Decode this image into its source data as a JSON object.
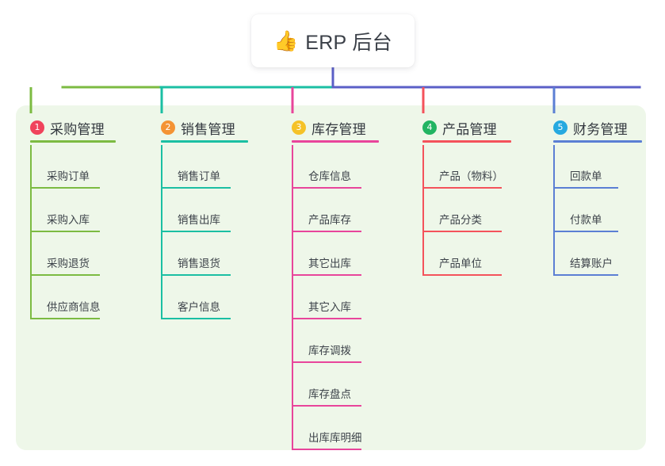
{
  "root": {
    "icon": "thumbs-up-icon",
    "emoji": "👍",
    "label": "ERP 后台"
  },
  "panel": {
    "background_color": "#eef7e9"
  },
  "connector": {
    "stem_color": "#5b5fc7",
    "bar_segments": [
      {
        "color": "#7cbb42"
      },
      {
        "color": "#1bbfa3"
      },
      {
        "color": "#5b5fc7"
      }
    ]
  },
  "columns": [
    {
      "number": "1",
      "title": "采购管理",
      "badge_color": "#f0435c",
      "accent_color": "#7cbb42",
      "drop_color": "#7cbb42",
      "items": [
        {
          "label": "采购订单"
        },
        {
          "label": "采购入库"
        },
        {
          "label": "采购退货"
        },
        {
          "label": "供应商信息"
        }
      ]
    },
    {
      "number": "2",
      "title": "销售管理",
      "badge_color": "#f49334",
      "accent_color": "#1bbfa3",
      "drop_color": "#1bbfa3",
      "items": [
        {
          "label": "销售订单"
        },
        {
          "label": "销售出库"
        },
        {
          "label": "销售退货"
        },
        {
          "label": "客户信息"
        }
      ]
    },
    {
      "number": "3",
      "title": "库存管理",
      "badge_color": "#f5c228",
      "accent_color": "#e8459b",
      "drop_color": "#e8459b",
      "items": [
        {
          "label": "仓库信息"
        },
        {
          "label": "产品库存"
        },
        {
          "label": "其它出库"
        },
        {
          "label": "其它入库"
        },
        {
          "label": "库存调拨"
        },
        {
          "label": "库存盘点"
        },
        {
          "label": "出库库明细"
        }
      ]
    },
    {
      "number": "4",
      "title": "产品管理",
      "badge_color": "#22b462",
      "accent_color": "#f4525b",
      "drop_color": "#f4525b",
      "items": [
        {
          "label": "产品（物料）"
        },
        {
          "label": "产品分类"
        },
        {
          "label": "产品单位"
        }
      ]
    },
    {
      "number": "5",
      "title": "财务管理",
      "badge_color": "#26a9e0",
      "accent_color": "#5b7fd4",
      "drop_color": "#5b7fd4",
      "items": [
        {
          "label": "回款单"
        },
        {
          "label": "付款单"
        },
        {
          "label": "结算账户"
        }
      ]
    }
  ]
}
